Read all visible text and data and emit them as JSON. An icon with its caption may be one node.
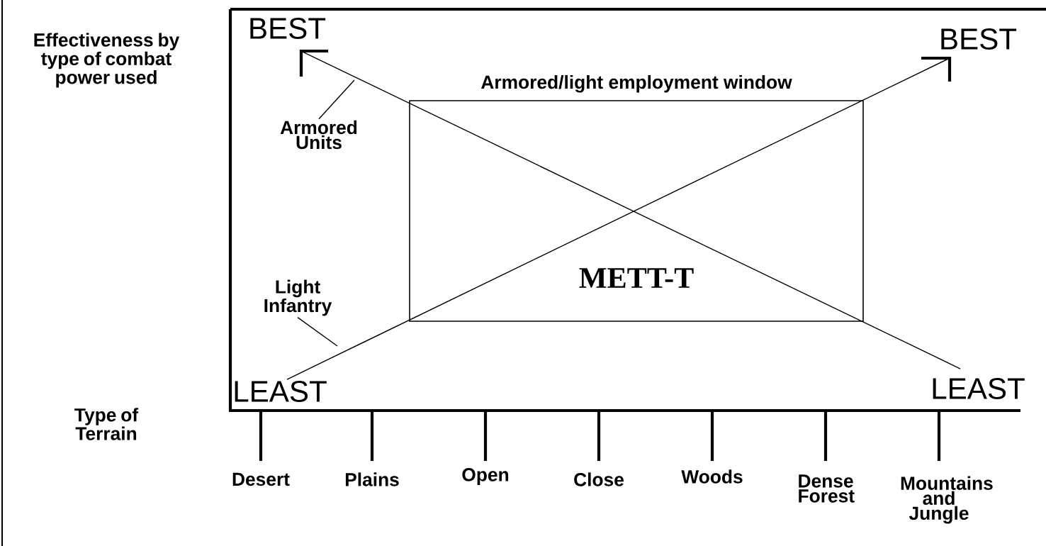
{
  "diagram": {
    "nodes": [
      {
        "text": [
          "Armored/light employment window",
          "METT-T"
        ]
      },
      {
        "text": [
          "Armored Units"
        ]
      },
      {
        "text": [
          "Light Infantry"
        ]
      }
    ],
    "edges": [
      {
        "from": 1,
        "to": null,
        "arrow": "none"
      },
      {
        "from": 2,
        "to": null,
        "arrow": "none"
      }
    ],
    "labels": [
      "Effectiveness by type of combat power used",
      "BEST",
      "BEST",
      "LEAST",
      "LEAST",
      "Type of Terrain",
      "Desert",
      "Plains",
      "Open",
      "Close",
      "Woods",
      "Dense Forest",
      "Mountains and Jungle"
    ]
  }
}
